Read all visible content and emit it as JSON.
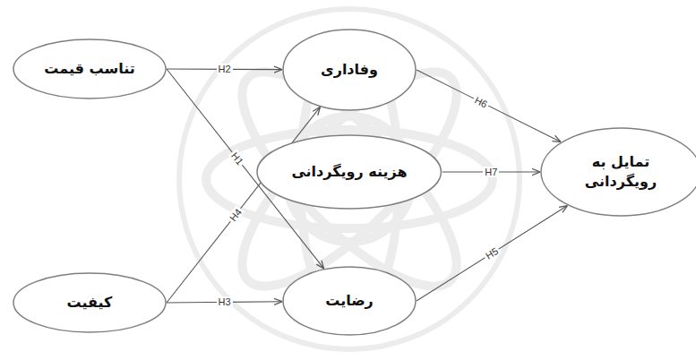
{
  "diagram": {
    "nodes": [
      {
        "text": [
          "تناسب قیمت"
        ]
      },
      {
        "text": [
          "کیفیت"
        ]
      },
      {
        "text": [
          "وفاداری"
        ]
      },
      {
        "text": [
          "هزینه رویگردانی"
        ]
      },
      {
        "text": [
          "رضایت"
        ]
      },
      {
        "text": [
          "تمایل به رویگردانی"
        ]
      }
    ],
    "edges": [
      {
        "from": 0,
        "to": 4,
        "arrow": "to",
        "label": "H1"
      },
      {
        "from": 0,
        "to": 2,
        "arrow": "to",
        "label": "H2"
      },
      {
        "from": 1,
        "to": 4,
        "arrow": "to",
        "label": "H3"
      },
      {
        "from": 1,
        "to": 2,
        "arrow": "to",
        "label": "H4"
      },
      {
        "from": 4,
        "to": 5,
        "arrow": "to",
        "label": "H5"
      },
      {
        "from": 2,
        "to": 5,
        "arrow": "to",
        "label": "H6"
      },
      {
        "from": 3,
        "to": 5,
        "arrow": "to",
        "label": "H7"
      }
    ]
  }
}
